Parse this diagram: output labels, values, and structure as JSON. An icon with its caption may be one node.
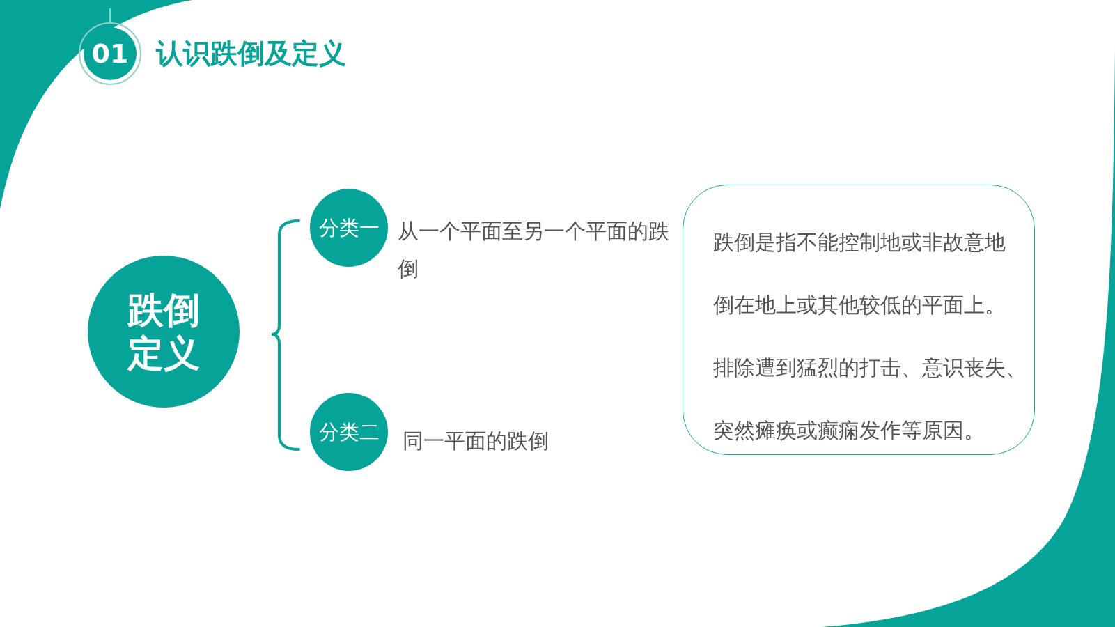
{
  "diagram": {
    "title": "认识跌倒及定义",
    "nodes": [
      {
        "text": [
          "01"
        ]
      },
      {
        "text": [
          "跌倒定义"
        ]
      },
      {
        "text": [
          "分类一"
        ],
        "beside": [
          "从一个平面至另一个平面的跌倒"
        ]
      },
      {
        "text": [
          "分类二"
        ],
        "beside": [
          "同一平面的跌倒"
        ]
      },
      {
        "text": [
          "跌倒是指不能控制地或非故意地倒在地上或其他较低的平面上。排除遭到猛烈的打击、意识丧失、突然瘫痪或癫痫发作等原因。"
        ]
      }
    ]
  }
}
